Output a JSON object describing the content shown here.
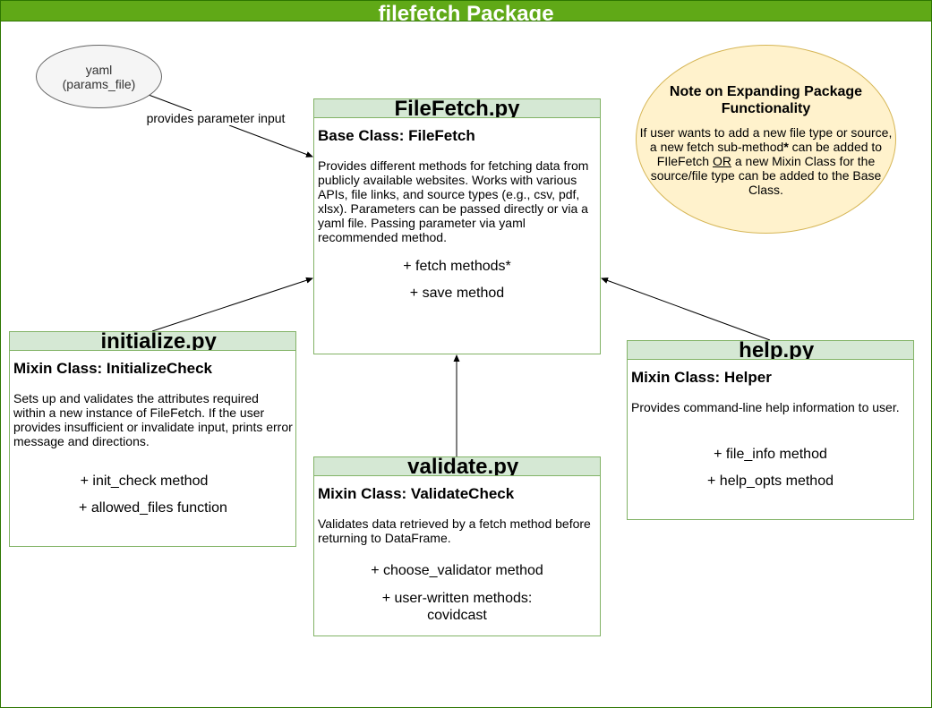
{
  "package": {
    "title": "filefetch Package"
  },
  "yaml_node": {
    "line1": "yaml",
    "line2": "(params_file)"
  },
  "edge_label": "provides parameter input",
  "note": {
    "title": "Note on Expanding Package Functionality",
    "body_part1": "If user wants to add a new file type or source, a new fetch sub-method",
    "body_star": "*",
    "body_part2": " can be added to FIleFetch ",
    "body_or": "OR",
    "body_part3": " a new Mixin Class for the source/file type can be added to the Base Class."
  },
  "filefetch": {
    "title": "FileFetch.py",
    "subtitle": "Base Class: FileFetch",
    "description": "Provides different methods for fetching data from publicly available websites. Works with various APIs, file links, and source types (e.g., csv, pdf, xlsx). Parameters can be passed directly or via a yaml file. Passing parameter via yaml recommended method.",
    "members": [
      "+ fetch methods*",
      "+ save method"
    ]
  },
  "initialize": {
    "title": "_initialize.py",
    "subtitle": "Mixin Class: InitializeCheck",
    "description": "Sets up and validates the attributes required within a new instance of FileFetch. If the user provides insufficient or invalidate input, prints error message and directions.",
    "members": [
      "+ init_check method",
      "+ allowed_files function"
    ]
  },
  "validate": {
    "title": "_validate.py",
    "subtitle": "Mixin Class: ValidateCheck",
    "description": "Validates data retrieved by a fetch method before returning to DataFrame.",
    "members": [
      "+ choose_validator method",
      "+ user-written methods:",
      "covidcast"
    ]
  },
  "help": {
    "title": "_help.py",
    "subtitle": "Mixin Class: Helper",
    "description": "Provides command-line help information to user.",
    "members": [
      "+ file_info method",
      "+ help_opts method"
    ]
  },
  "colors": {
    "package_header": "#60a917",
    "package_border": "#2d7600",
    "class_header": "#d5e8d4",
    "class_border": "#82b366",
    "note_fill": "#fff2cc",
    "note_border": "#d6b656",
    "yaml_fill": "#f5f5f5",
    "yaml_border": "#666666"
  }
}
